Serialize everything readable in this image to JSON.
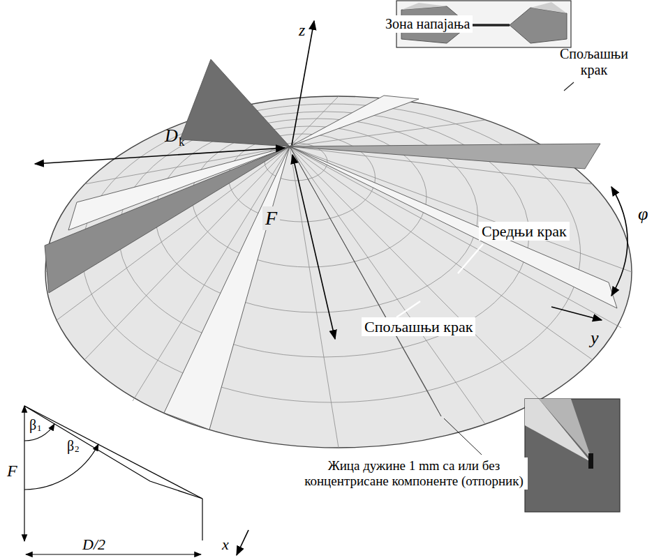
{
  "diagram": {
    "labels": [
      "z",
      "Зона напајања",
      "Спољашњи крак",
      "D",
      "k",
      "φ",
      "F",
      "Средњи крак",
      "Спољашњи крак",
      "y",
      "F",
      "β",
      "1",
      "β",
      "2",
      "D/2",
      "Жица дужине 1 mm са или без концентрисане компоненте (отпорник)",
      "x"
    ]
  }
}
